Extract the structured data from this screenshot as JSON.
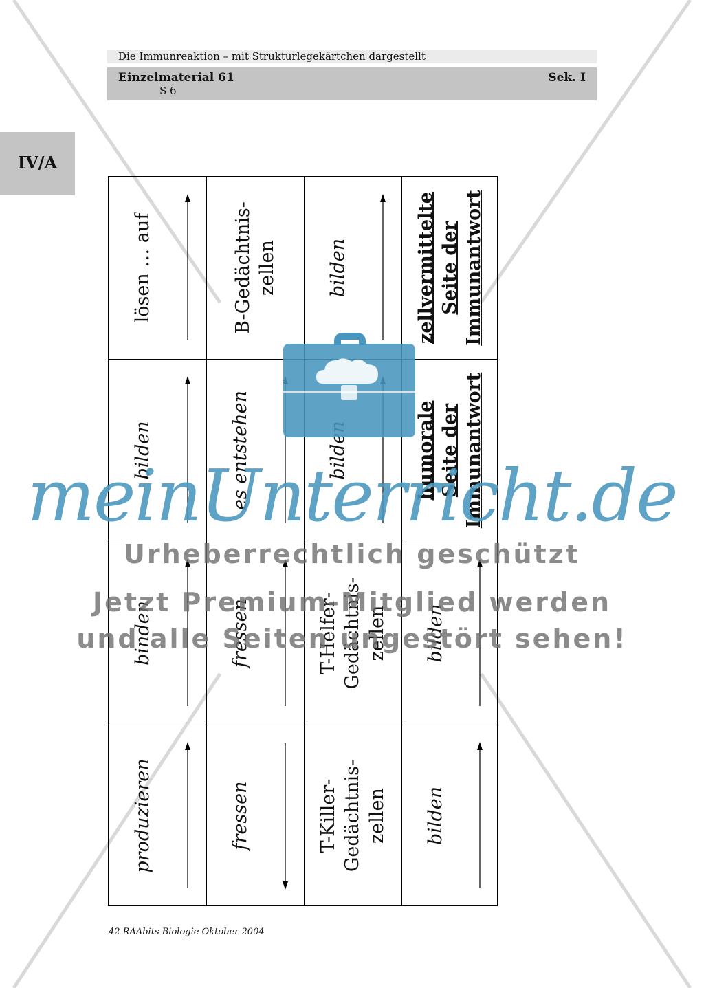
{
  "header": {
    "title": "Die Immunreaktion – mit Strukturlegekärtchen dargestellt",
    "material": "Einzelmaterial 61",
    "level": "Sek. I",
    "page": "S 6"
  },
  "tab_label": "IV/A",
  "cards": [
    {
      "text": "lösen … auf",
      "style": "normal",
      "arrow": "up"
    },
    {
      "text": "B-Gedächtnis-\nzellen",
      "style": "normal",
      "arrow": "none"
    },
    {
      "text": "bilden",
      "style": "italic",
      "arrow": "up"
    },
    {
      "text": "zellvermittelte\nSeite der\nImmunantwort",
      "style": "bold",
      "arrow": "none"
    },
    {
      "text": "bilden",
      "style": "italic",
      "arrow": "up"
    },
    {
      "text": "es entstehen",
      "style": "italic",
      "arrow": "up"
    },
    {
      "text": "bilden",
      "style": "italic",
      "arrow": "up"
    },
    {
      "text": "humorale\nSeite der\nImmunantwort",
      "style": "bold",
      "arrow": "none"
    },
    {
      "text": "binden",
      "style": "italic",
      "arrow": "up"
    },
    {
      "text": "fressen",
      "style": "italic",
      "arrow": "up"
    },
    {
      "text": "T-Helfer-\nGedächtnis-\nzellen",
      "style": "normal",
      "arrow": "none"
    },
    {
      "text": "bilden",
      "style": "italic",
      "arrow": "up"
    },
    {
      "text": "produzieren",
      "style": "italic",
      "arrow": "up"
    },
    {
      "text": "fressen",
      "style": "italic",
      "arrow": "down"
    },
    {
      "text": "T-Killer-\nGedächtnis-\nzellen",
      "style": "normal",
      "arrow": "none"
    },
    {
      "text": "bilden",
      "style": "italic",
      "arrow": "up"
    }
  ],
  "footer": "42 RAAbits Biologie Oktober 2004",
  "watermark": {
    "brand": "meinUnterricht.de",
    "line1": "Urheberrechtlich geschützt",
    "line2": "Jetzt Premium-Mitglied werden",
    "line3": "und alle Seiten ungestört sehen!"
  },
  "colors": {
    "header_light": "#ebebeb",
    "header_dark": "#c4c4c4",
    "brand_blue": "#4896be"
  }
}
